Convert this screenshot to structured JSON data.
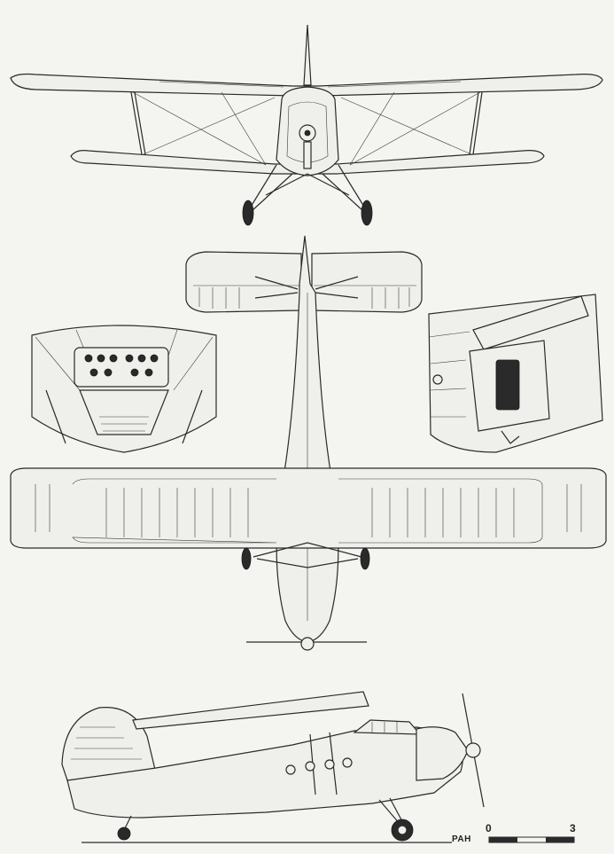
{
  "signature": "PAH",
  "scale": {
    "start": "0",
    "end": "3"
  },
  "colors": {
    "paper": "#f4f4f1",
    "ink": "#2a2a2a"
  }
}
